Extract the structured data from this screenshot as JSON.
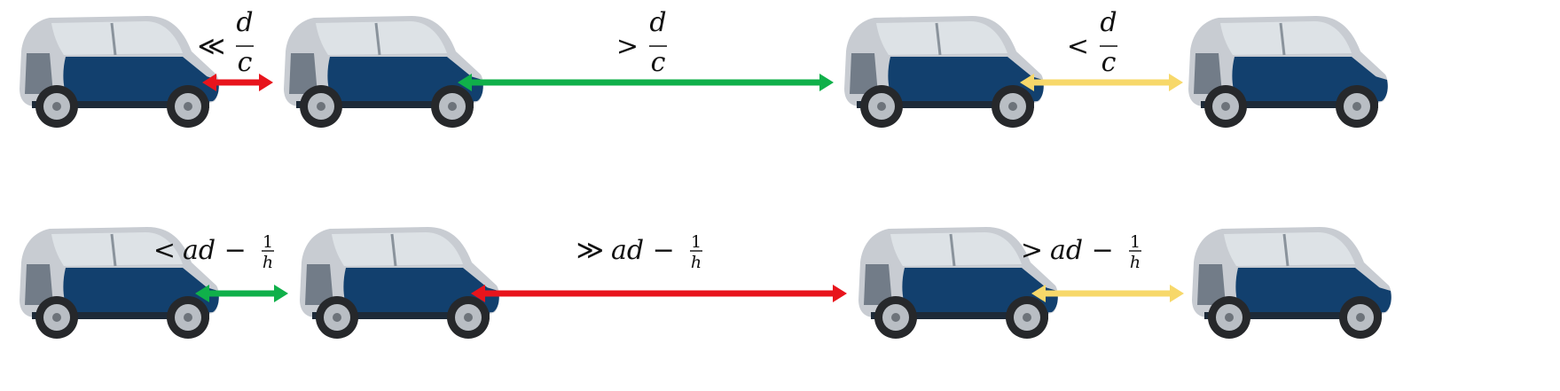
{
  "colors": {
    "red": "#e8141c",
    "green": "#10b04a",
    "yellow": "#f7d86a",
    "car_body": "#12406e",
    "car_silver": "#c8ccd2",
    "car_glass": "#dde2e6",
    "tire": "#26282b",
    "rim": "#b9bec4",
    "text": "#111111"
  },
  "rows": [
    {
      "label_style": "stacked",
      "gaps": [
        {
          "color": "red",
          "relation": "≪",
          "num": "d",
          "den": "c"
        },
        {
          "color": "green",
          "relation": ">",
          "num": "d",
          "den": "c"
        },
        {
          "color": "yellow",
          "relation": "<",
          "num": "d",
          "den": "c"
        }
      ]
    },
    {
      "label_style": "inline",
      "gaps": [
        {
          "color": "green",
          "relation": "<",
          "expr": "ad −",
          "num": "1",
          "den": "h"
        },
        {
          "color": "red",
          "relation": "≫",
          "expr": "ad −",
          "num": "1",
          "den": "h"
        },
        {
          "color": "yellow",
          "relation": ">",
          "expr": "ad −",
          "num": "1",
          "den": "h"
        }
      ]
    }
  ],
  "cars_per_row": 4,
  "car_icon": "smart-car-side-view-icon",
  "arrow_icon": "double-headed-arrow-icon"
}
